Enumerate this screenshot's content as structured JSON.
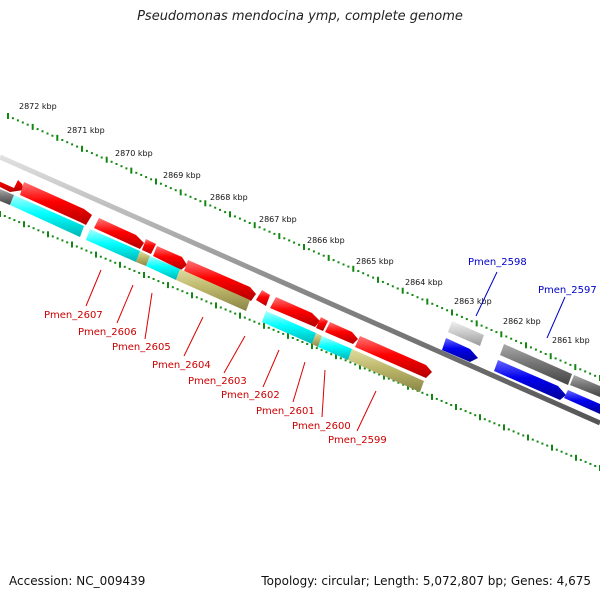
{
  "header": {
    "title": "Pseudomonas mendocina ymp, complete genome"
  },
  "footer": {
    "accession": "Accession: NC_009439",
    "stats": "Topology: circular; Length: 5,072,807 bp; Genes: 4,675"
  },
  "scale": {
    "ticks": [
      "2872 kbp",
      "2871 kbp",
      "2870 kbp",
      "2869 kbp",
      "2868 kbp",
      "2867 kbp",
      "2866 kbp",
      "2865 kbp",
      "2864 kbp",
      "2863 kbp",
      "2862 kbp",
      "2861 kbp"
    ]
  },
  "genes": {
    "red_labels": [
      "Pmen_2607",
      "Pmen_2606",
      "Pmen_2605",
      "Pmen_2604",
      "Pmen_2603",
      "Pmen_2602",
      "Pmen_2601",
      "Pmen_2600",
      "Pmen_2599"
    ],
    "blue_labels": [
      "Pmen_2598",
      "Pmen_2597"
    ]
  },
  "colors": {
    "red_gene": "#ff0000",
    "blue_gene": "#0000ee",
    "cyan": "#00ffff",
    "khaki": "#bdb76b",
    "gray_gene": "#777777",
    "tick": "#118811",
    "red_label": "#cc0000",
    "blue_label": "#0000cc"
  }
}
